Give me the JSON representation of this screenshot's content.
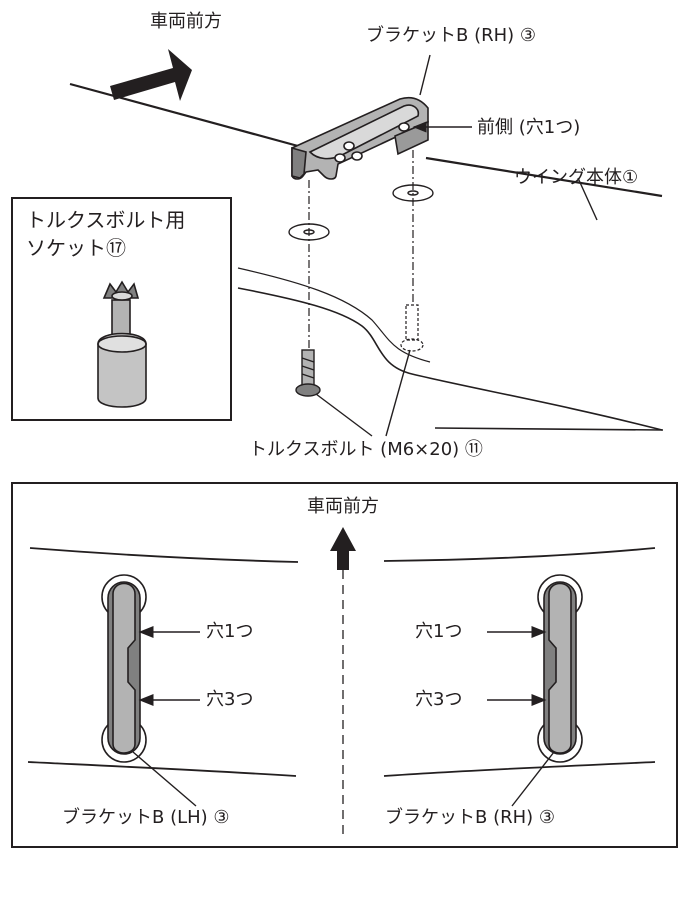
{
  "top_figure": {
    "front_direction": "車両前方",
    "bracket_rh": "ブラケットB (RH) ③",
    "front_side_hole": "前側 (穴1つ)",
    "wing_body": "ウイング本体①",
    "torx_socket_line1": "トルクスボルト用",
    "torx_socket_line2": "ソケット⑰",
    "torx_bolt": "トルクスボルト (M6×20) ⑪"
  },
  "bottom_figure": {
    "front_direction": "車両前方",
    "left_hole_one": "穴1つ",
    "left_hole_three": "穴3つ",
    "right_hole_one": "穴1つ",
    "right_hole_three": "穴3つ",
    "bracket_lh": "ブラケットB (LH) ③",
    "bracket_rh": "ブラケットB (RH) ③"
  },
  "colors": {
    "line": "#231f20",
    "bracket_fill": "#b3b3b3",
    "bracket_dark": "#808080",
    "background": "#ffffff"
  }
}
